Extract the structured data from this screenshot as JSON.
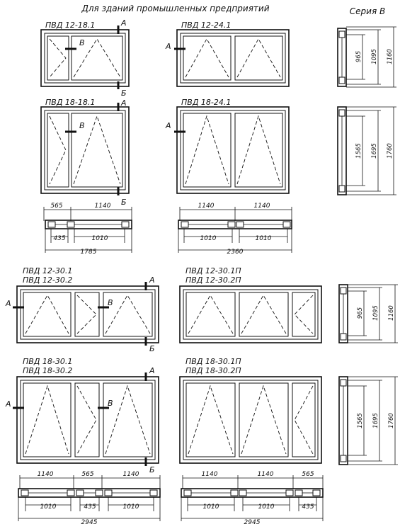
{
  "header": {
    "title": "Для зданий промышленных предприятий",
    "series": "Серия В"
  },
  "windows": {
    "w1": {
      "title": "ПВД 12-18.1",
      "mA": "А",
      "mB": "Б",
      "mV": "В"
    },
    "w2": {
      "title": "ПВД 12-24.1",
      "mA": "А"
    },
    "w3": {
      "title": "ПВД 18-18.1",
      "mA": "А",
      "mB": "Б",
      "mV": "В"
    },
    "w4": {
      "title": "ПВД 18-24.1",
      "mA": "А"
    },
    "w5": {
      "title1": "ПВД 12-30.1",
      "title2": "ПВД 12-30.2",
      "mA": "А",
      "mA2": "А",
      "mB": "Б",
      "mV": "В"
    },
    "w6": {
      "title1": "ПВД 12-30.1П",
      "title2": "ПВД 12-30.2П"
    },
    "w7": {
      "title1": "ПВД 18-30.1",
      "title2": "ПВД 18-30.2",
      "mA": "А",
      "mA2": "А",
      "mB": "Б",
      "mV": "В"
    },
    "w8": {
      "title1": "ПВД 18-30.1П",
      "title2": "ПВД 18-30.2П"
    }
  },
  "plans": {
    "p1": {
      "top": [
        "565",
        "1140"
      ],
      "bottom": [
        "435",
        "1010"
      ],
      "total": "1785"
    },
    "p2": {
      "top": [
        "1140",
        "1140"
      ],
      "bottom": [
        "1010",
        "1010"
      ],
      "total": "2360"
    },
    "p3": {
      "top": [
        "1140",
        "565",
        "1140"
      ],
      "bottom": [
        "1010",
        "435",
        "1010"
      ],
      "total": "2945"
    },
    "p4": {
      "top": [
        "1140",
        "1140",
        "565"
      ],
      "bottom": [
        "1010",
        "1010",
        "435"
      ],
      "total": "2945"
    }
  },
  "sections": {
    "s1": [
      "965",
      "1095",
      "1160"
    ],
    "s2": [
      "1565",
      "1695",
      "1760"
    ],
    "s3": [
      "965",
      "1095",
      "1160"
    ],
    "s4": [
      "1565",
      "1695",
      "1760"
    ]
  }
}
